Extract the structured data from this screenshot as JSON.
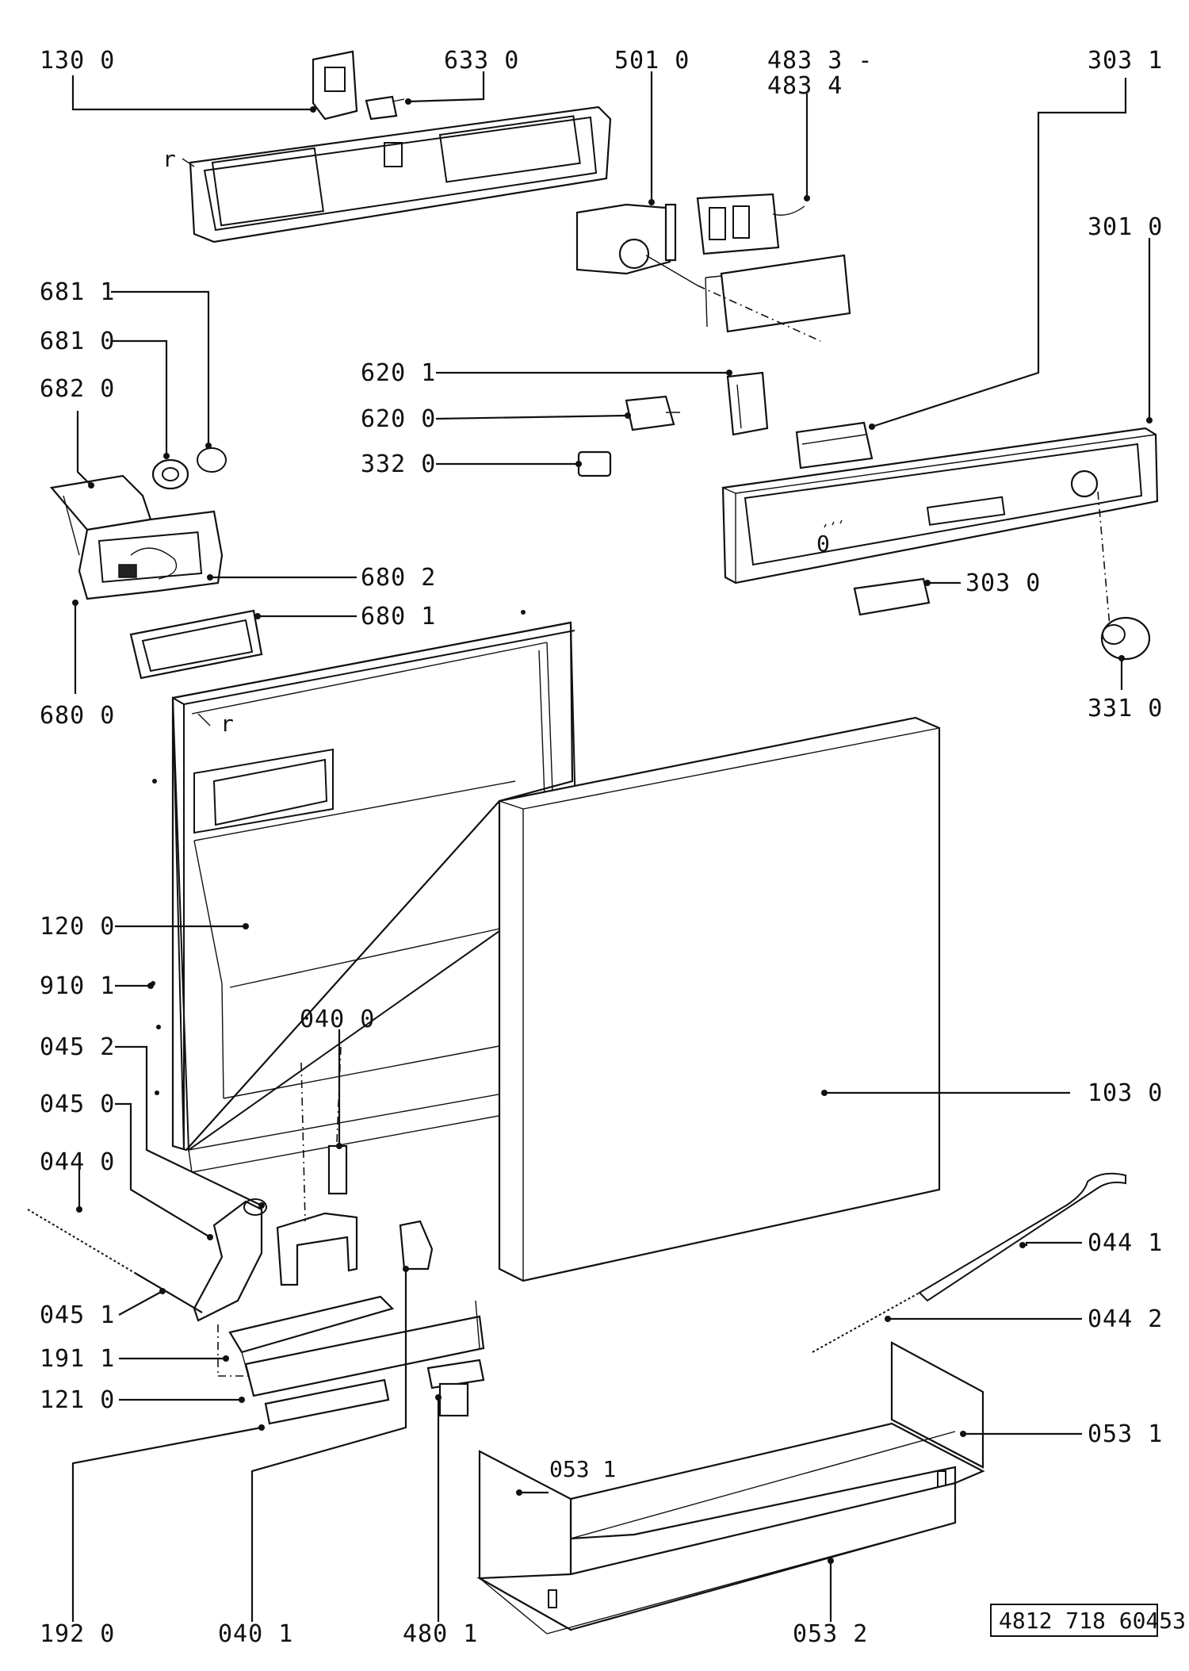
{
  "labels": {
    "p130_0": "130 0",
    "p633_0": "633 0",
    "p501_0": "501 0",
    "p483_3": "483 3 -",
    "p483_4": "483 4",
    "p303_1": "303 1",
    "p301_0": "301 0",
    "p681_1": "681 1",
    "p681_0": "681 0",
    "p682_0": "682 0",
    "p620_1": "620 1",
    "p620_0": "620 0",
    "p332_0": "332 0",
    "p680_2": "680 2",
    "p680_1": "680 1",
    "p680_0": "680 0",
    "p303_0": "303 0",
    "p331_0": "331 0",
    "p120_0": "120 0",
    "p910_1": "910 1",
    "p040_0": "040 0",
    "p045_2": "045 2",
    "p045_0": "045 0",
    "p044_0": "044 0",
    "p103_0": "103 0",
    "p045_1": "045 1",
    "p191_1": "191 1",
    "p121_0": "121 0",
    "p044_1": "044 1",
    "p044_2": "044 2",
    "p053_1_right": "053 1",
    "p053_1_left": "053 1",
    "p192_0": "192 0",
    "p040_1": "040 1",
    "p480_1": "480 1",
    "p053_2": "053 2",
    "r_top": "r",
    "r_mid": "r"
  },
  "reference_number": "4812 718 60453"
}
